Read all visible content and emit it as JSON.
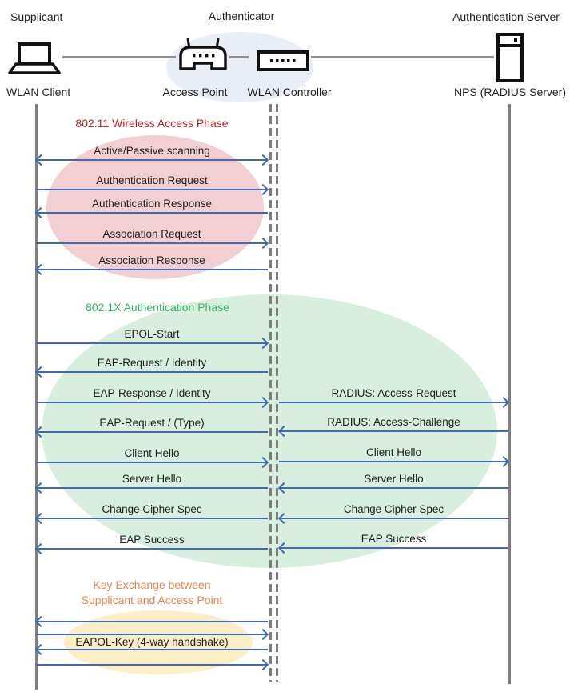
{
  "header": {
    "roles": [
      {
        "label": "Supplicant"
      },
      {
        "label": "Authenticator"
      },
      {
        "label": "Authentication Server"
      }
    ],
    "devices": [
      {
        "label": "WLAN Client",
        "icon": "laptop-icon"
      },
      {
        "label": "Access Point",
        "icon": "access-point-icon"
      },
      {
        "label": "WLAN Controller",
        "icon": "wlan-controller-icon"
      },
      {
        "label": "NPS (RADIUS Server)",
        "icon": "server-icon"
      }
    ]
  },
  "phases": {
    "wireless_access": {
      "title": "802.11 Wireless Access Phase",
      "title_color": "#bf2026",
      "ellipse_color": "#f2cfd2",
      "messages": [
        {
          "label": "Active/Passive scanning",
          "direction": "both"
        },
        {
          "label": "Authentication Request",
          "direction": "right"
        },
        {
          "label": "Authentication Response",
          "direction": "left"
        },
        {
          "label": "Association Request",
          "direction": "right"
        },
        {
          "label": "Association Response",
          "direction": "left"
        }
      ]
    },
    "authentication_8021x": {
      "title": "802.1X Authentication Phase",
      "title_color": "#33b567",
      "ellipse_color": "#d8efdf",
      "client_side_messages": [
        {
          "label": "EPOL-Start",
          "direction": "right"
        },
        {
          "label": "EAP-Request / Identity",
          "direction": "left"
        },
        {
          "label": "EAP-Response / Identity",
          "direction": "right"
        },
        {
          "label": "EAP-Request / (Type)",
          "direction": "left"
        },
        {
          "label": "Client Hello",
          "direction": "right"
        },
        {
          "label": "Server Hello",
          "direction": "left"
        },
        {
          "label": "Change Cipher Spec",
          "direction": "left"
        },
        {
          "label": "EAP Success",
          "direction": "left"
        }
      ],
      "server_side_messages": [
        {
          "label": "RADIUS: Access-Request",
          "direction": "right"
        },
        {
          "label": "RADIUS: Access-Challenge",
          "direction": "left"
        },
        {
          "label": "Client Hello",
          "direction": "right"
        },
        {
          "label": "Server Hello",
          "direction": "left"
        },
        {
          "label": "Change Cipher Spec",
          "direction": "left"
        },
        {
          "label": "EAP Success",
          "direction": "left"
        }
      ]
    },
    "key_exchange": {
      "title_line1": "Key Exchange between",
      "title_line2": "Supplicant and Access Point",
      "title_color": "#e8854e",
      "ellipse_color": "#fdeec5",
      "messages": [
        {
          "label": "",
          "direction": "left"
        },
        {
          "label": "",
          "direction": "right"
        },
        {
          "label": "EAPOL-Key (4-way handshake)",
          "direction": "left"
        },
        {
          "label": "",
          "direction": "right"
        }
      ]
    }
  },
  "colors": {
    "arrow": "#3f6ab5",
    "lifeline": "#7f7f7f",
    "text": "#1f1f1f",
    "authenticator_highlight": "#e9edf6"
  }
}
